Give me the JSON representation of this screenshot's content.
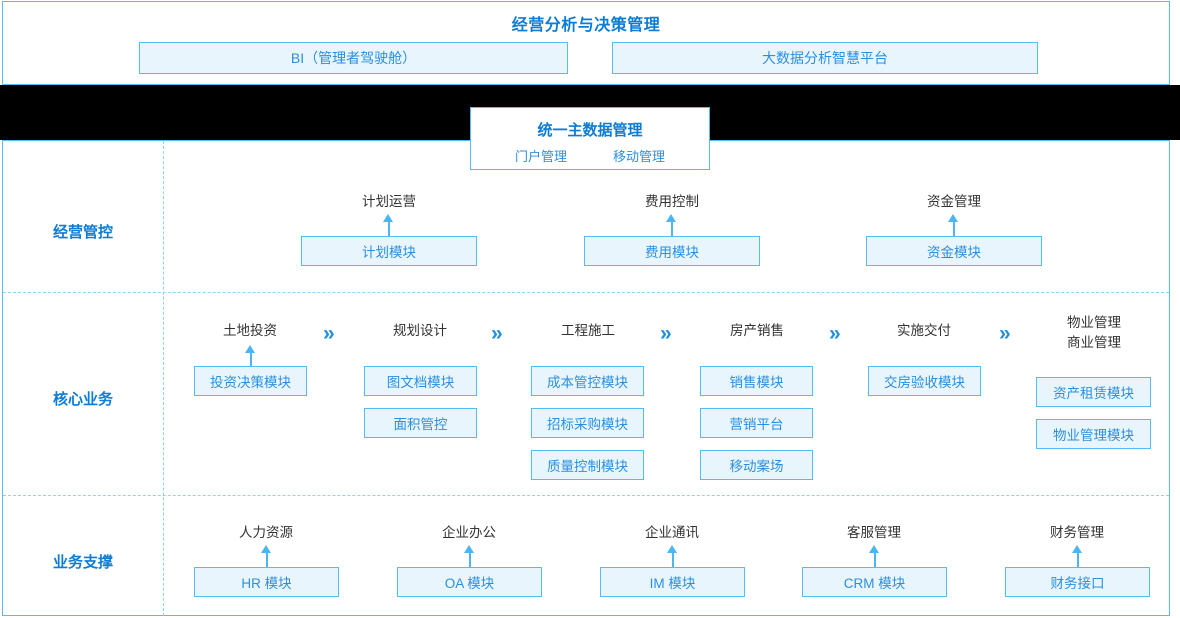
{
  "top": {
    "title": "经营分析与决策管理",
    "boxes": [
      {
        "label": "BI（管理者驾驶舱）"
      },
      {
        "label": "大数据分析智慧平台"
      }
    ]
  },
  "master_data": {
    "title": "统一主数据管理",
    "links": [
      {
        "label": "门户管理"
      },
      {
        "label": "移动管理"
      }
    ]
  },
  "rows": [
    {
      "label": "经营管控"
    },
    {
      "label": "核心业务"
    },
    {
      "label": "业务支撑"
    }
  ],
  "management_row": {
    "columns": [
      {
        "caption": "计划运营",
        "module": "计划模块"
      },
      {
        "caption": "费用控制",
        "module": "费用模块"
      },
      {
        "caption": "资金管理",
        "module": "资金模块"
      }
    ]
  },
  "core_row": {
    "chevron": "»",
    "columns": [
      {
        "caption": "土地投资",
        "modules": [
          "投资决策模块"
        ]
      },
      {
        "caption": "规划设计",
        "modules": [
          "图文档模块",
          "面积管控"
        ]
      },
      {
        "caption": "工程施工",
        "modules": [
          "成本管控模块",
          "招标采购模块",
          "质量控制模块"
        ]
      },
      {
        "caption": "房产销售",
        "modules": [
          "销售模块",
          "营销平台",
          "移动案场"
        ]
      },
      {
        "caption": "实施交付",
        "modules": [
          "交房验收模块"
        ]
      },
      {
        "caption": "物业管理\n商业管理",
        "modules": [
          "资产租赁模块",
          "物业管理模块"
        ]
      }
    ]
  },
  "support_row": {
    "columns": [
      {
        "caption": "人力资源",
        "module": "HR 模块"
      },
      {
        "caption": "企业办公",
        "module": "OA 模块"
      },
      {
        "caption": "企业通讯",
        "module": "IM 模块"
      },
      {
        "caption": "客服管理",
        "module": "CRM 模块"
      },
      {
        "caption": "财务管理",
        "module": "财务接口"
      }
    ]
  },
  "colors": {
    "accent": "#0c7cd5",
    "box_border": "#55bcf7",
    "box_fill": "#e8f5fd",
    "box_text": "#2b8fe0",
    "caption_text": "#333333",
    "dashed": "#8fd2f7",
    "band": "#000000"
  }
}
